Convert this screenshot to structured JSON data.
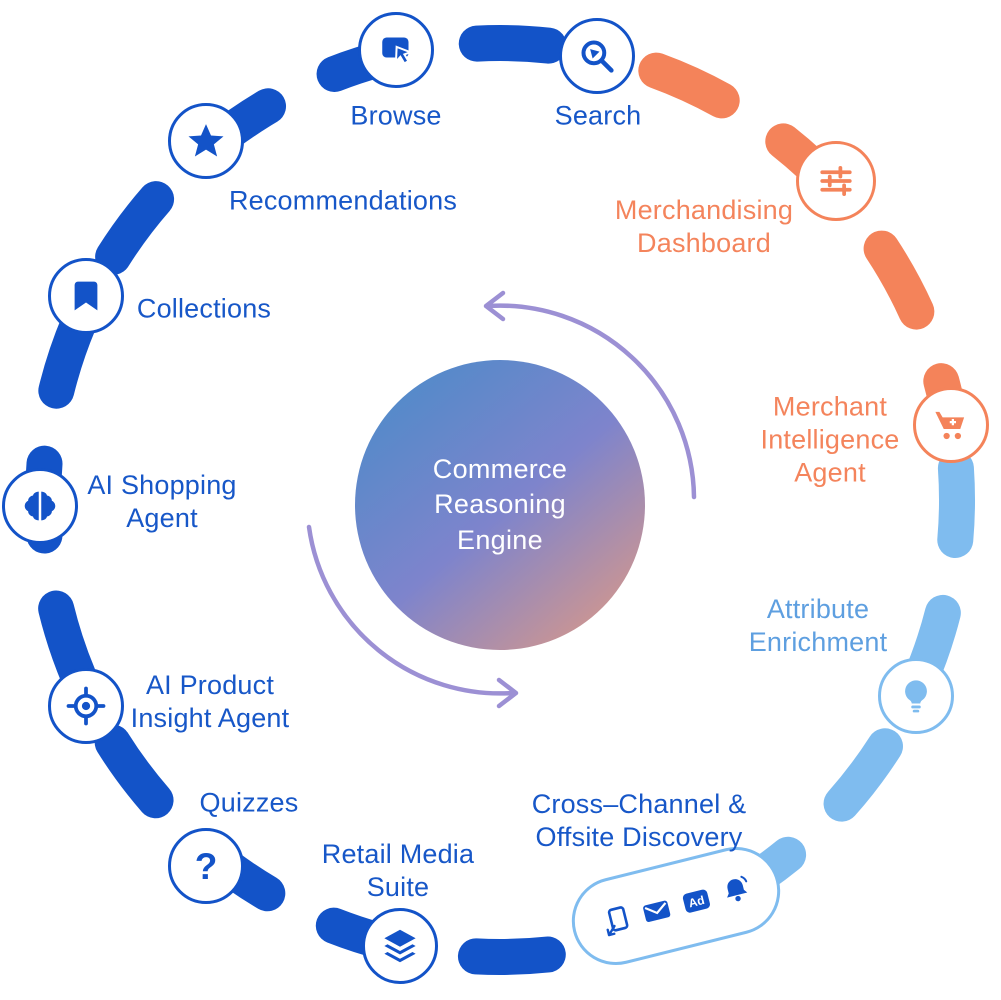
{
  "colors": {
    "blue": "#1353C8",
    "orange": "#F4835A",
    "lightblue": "#7FBCEF",
    "label-blue": "#1757C8",
    "label-orange": "#F4845C",
    "label-lightblue": "#5E9FE0",
    "arrow": "#9C90D4"
  },
  "center": {
    "title": "Commerce\nReasoning\nEngine"
  },
  "nodes": {
    "browse": {
      "label": "Browse",
      "icon": "browse-icon"
    },
    "search": {
      "label": "Search",
      "icon": "search-icon"
    },
    "merchandising": {
      "label": "Merchandising\nDashboard",
      "icon": "sliders-icon"
    },
    "merchant": {
      "label": "Merchant\nIntelligence\nAgent",
      "icon": "cart-plus-icon"
    },
    "attribute": {
      "label": "Attribute\nEnrichment",
      "icon": "lightbulb-icon"
    },
    "crosschannel": {
      "label": "Cross–Channel &\nOffsite Discovery",
      "icons": [
        "device-share-icon",
        "mail-icon",
        "ad-icon",
        "bell-icon"
      ],
      "ad_label": "Ad"
    },
    "retail": {
      "label": "Retail Media\nSuite",
      "icon": "layers-icon"
    },
    "quizzes": {
      "label": "Quizzes",
      "icon": "question-mark-icon",
      "glyph": "?"
    },
    "aiproduct": {
      "label": "AI Product\nInsight Agent",
      "icon": "target-icon"
    },
    "aishopping": {
      "label": "AI Shopping\nAgent",
      "icon": "brain-icon"
    },
    "collections": {
      "label": "Collections",
      "icon": "bookmark-icon"
    },
    "recommendations": {
      "label": "Recommendations",
      "icon": "star-icon"
    }
  }
}
